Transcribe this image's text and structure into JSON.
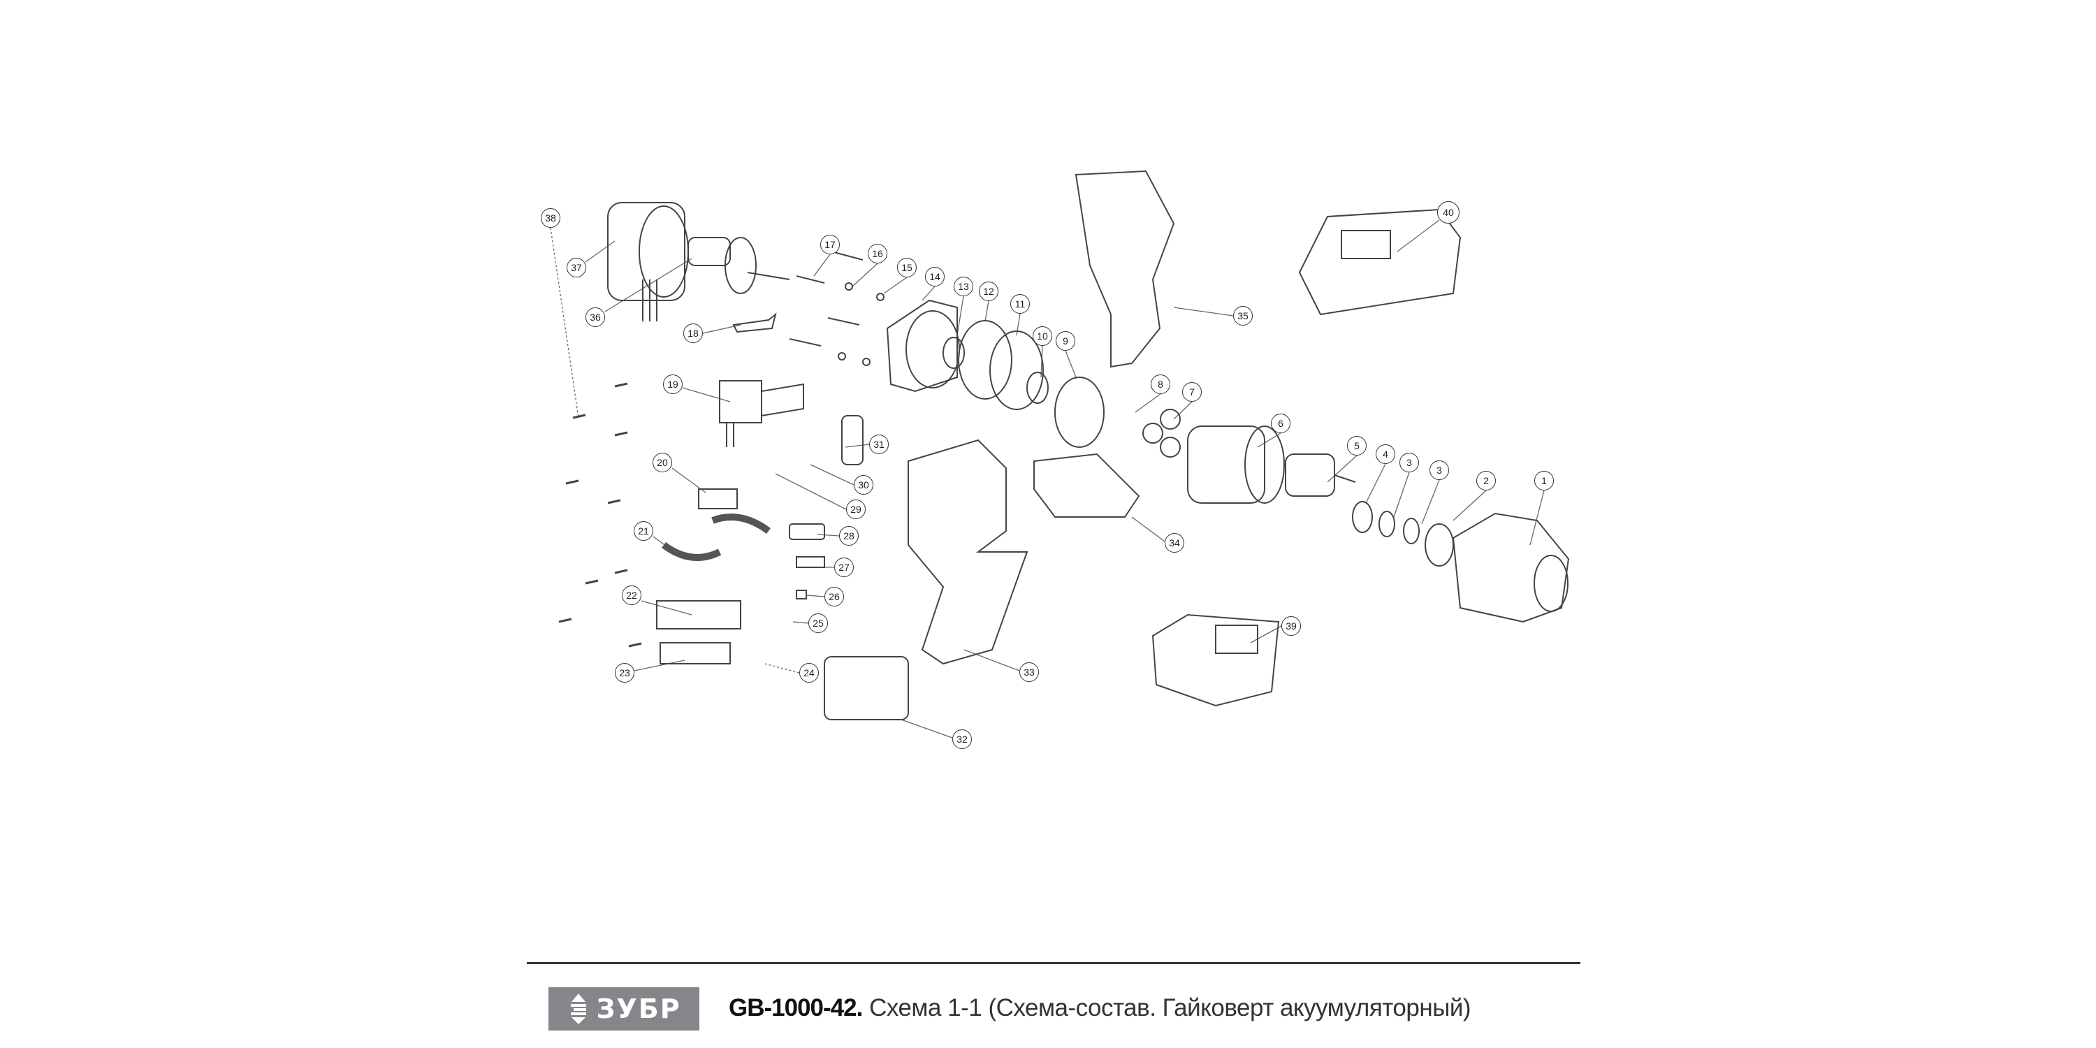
{
  "diagram": {
    "callouts": {
      "c1": "1",
      "c2": "2",
      "c3a": "3",
      "c3b": "3",
      "c4": "4",
      "c5": "5",
      "c6": "6",
      "c7": "7",
      "c8": "8",
      "c9": "9",
      "c10": "10",
      "c11": "11",
      "c12": "12",
      "c13": "13",
      "c14": "14",
      "c15": "15",
      "c16": "16",
      "c17": "17",
      "c18": "18",
      "c19": "19",
      "c20": "20",
      "c21": "21",
      "c22": "22",
      "c23": "23",
      "c24": "24",
      "c25": "25",
      "c26": "26",
      "c27": "27",
      "c28": "28",
      "c29": "29",
      "c30": "30",
      "c31": "31",
      "c32": "32",
      "c33": "33",
      "c34": "34",
      "c35": "35",
      "c36": "36",
      "c37": "37",
      "c38": "38",
      "c39": "39",
      "c40": "40"
    }
  },
  "footer": {
    "logo_text": "ЗУБР",
    "model": "GB-1000-42.",
    "description": "Схема 1-1 (Схема-состав. Гайковерт акуумуляторный)"
  }
}
